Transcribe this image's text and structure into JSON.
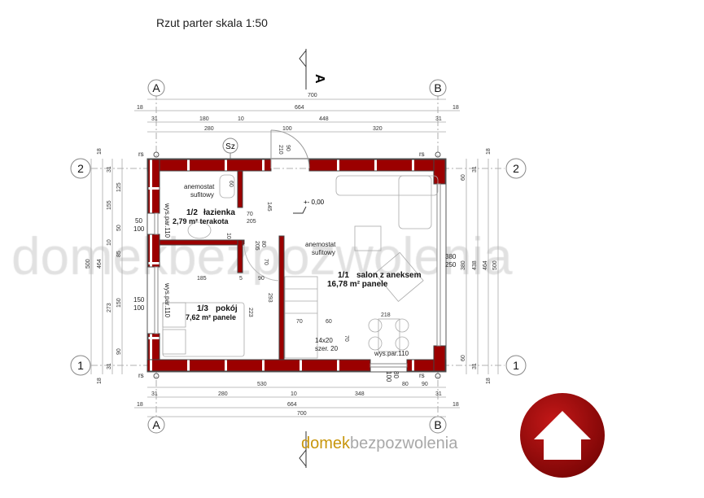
{
  "title": "Rzut parter skala 1:50",
  "section_marker": "A",
  "axes": {
    "col_left": "A",
    "col_right": "B",
    "row_top": "2",
    "row_bottom": "1"
  },
  "top_dims": {
    "row1": [
      "700"
    ],
    "row2": [
      "18",
      "664",
      "18"
    ],
    "row3": [
      "31",
      "180",
      "10",
      "448",
      "31"
    ],
    "row4": [
      "280",
      "100",
      "320"
    ]
  },
  "bottom_dims": {
    "row1": [
      "530",
      "80",
      "90"
    ],
    "row2": [
      "31",
      "280",
      "10",
      "348",
      "31"
    ],
    "row3": [
      "18",
      "664",
      "18"
    ],
    "row4": [
      "700"
    ]
  },
  "left_dims": [
    "18",
    "31",
    "125",
    "155",
    "50",
    "10",
    "85",
    "500",
    "464",
    "273",
    "150",
    "90",
    "31",
    "18"
  ],
  "right_dims": [
    "18",
    "31",
    "60",
    "380",
    "438",
    "464",
    "500",
    "60",
    "31",
    "18"
  ],
  "window_labels": {
    "left_top": [
      "50",
      "100"
    ],
    "left_bottom": [
      "150",
      "100"
    ],
    "right": [
      "380",
      "250"
    ],
    "bottom": [
      "80",
      "100"
    ]
  },
  "door_labels": {
    "entry": [
      "90",
      "210"
    ],
    "bath": [
      "70",
      "205"
    ],
    "room": [
      "80",
      "205"
    ]
  },
  "inner_dims": [
    "185",
    "5",
    "90",
    "223",
    "293",
    "70",
    "60",
    "218",
    "70",
    "145",
    "60",
    "10",
    "70"
  ],
  "markers": {
    "rs": "rs",
    "sz": "Sz",
    "level": "+- 0,00"
  },
  "rooms": [
    {
      "number": "1/2",
      "name": "łazienka",
      "area": "2,79 m² terakota"
    },
    {
      "number": "1/1",
      "name": "salon z aneksem",
      "area": "16,78 m² panele"
    },
    {
      "number": "1/3",
      "name": "pokój",
      "area": "7,62 m² panele"
    }
  ],
  "notes": {
    "anemostat1": [
      "anemostat",
      "sufitowy"
    ],
    "anemostat2": [
      "anemostat",
      "sufitowy"
    ],
    "wys_par_1": "wys.par.110",
    "wys_par_2": "wys.par.110",
    "wys_par_3": "wys.par.110",
    "stairs": [
      "14x20",
      "szer. 20"
    ]
  },
  "watermark": "domekbezpozwolenia",
  "logo": {
    "part1": "domek",
    "part2": "bezpozwolenia"
  },
  "colors": {
    "wall": "#9b0000",
    "logo_gold": "#c8960c",
    "logo_grey": "#a8a8a8",
    "home_button": "#a30d0d"
  },
  "home_icon": "house-icon"
}
